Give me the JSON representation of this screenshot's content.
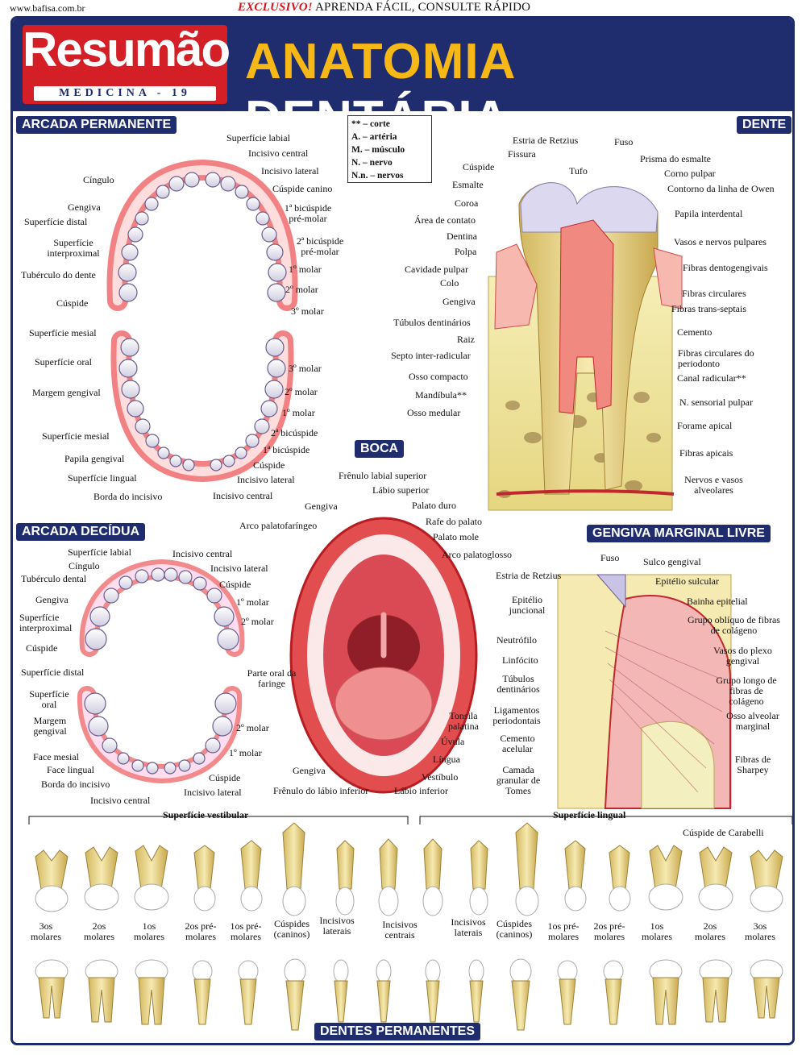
{
  "top": {
    "site": "www.bafisa.com.br",
    "exclusive": "EXCLUSIVO!",
    "slogan": "APRENDA FÁCIL, CONSULTE RÁPIDO"
  },
  "logo": {
    "main": "Resumão",
    "sub": "MEDICINA - 19"
  },
  "title": {
    "part1": "ANATOMIA",
    "part2": "DENTÁRIA"
  },
  "sections": {
    "permanent": "ARCADA PERMANENTE",
    "tooth": "DENTE",
    "mouth": "BOCA",
    "deciduous": "ARCADA DECÍDUA",
    "gingiva": "GENGIVA MARGINAL LIVRE",
    "permanent_teeth": "DENTES PERMANENTES"
  },
  "legend": [
    "** – corte",
    "A. – artéria",
    "M. – músculo",
    "N. – nervo",
    "N.n. – nervos"
  ],
  "permanent_labels": [
    "Superfície labial",
    "Incisivo central",
    "Incisivo lateral",
    "Cúspide canino",
    "1ª bicúspide pré-molar",
    "2ª bicúspide pré-molar",
    "1º molar",
    "2º molar",
    "3º molar",
    "Cíngulo",
    "Gengiva",
    "Superfície distal",
    "Superfície interproximal",
    "Tubérculo do dente",
    "Cúspide",
    "Superfície mesial",
    "Superfície oral",
    "Margem gengival",
    "Superfície mesial",
    "Papila gengival",
    "Superfície lingual",
    "Borda do incisivo",
    "Incisivo central",
    "Incisivo lateral",
    "Cúspide",
    "1ª bicúspide",
    "2ª bicúspide",
    "1º molar",
    "2º molar",
    "3º molar"
  ],
  "tooth_labels": [
    "Estria de Retzius",
    "Fissura",
    "Cúspide",
    "Esmalte",
    "Coroa",
    "Área de contato",
    "Dentina",
    "Polpa",
    "Cavidade pulpar",
    "Colo",
    "Gengiva",
    "Túbulos dentinários",
    "Raiz",
    "Septo inter-radicular",
    "Osso compacto",
    "Mandíbula**",
    "Osso medular",
    "Fuso",
    "Tufo",
    "Prisma do esmalte",
    "Corno pulpar",
    "Contorno da linha de Owen",
    "Papila interdental",
    "Vasos e nervos pulpares",
    "Fibras dentogengivais",
    "Fibras circulares",
    "Fibras trans-septais",
    "Cemento",
    "Fibras circulares do periodonto",
    "Canal radicular**",
    "N. sensorial pulpar",
    "Forame apical",
    "Fibras apicais",
    "Nervos e vasos alveolares"
  ],
  "mouth_labels": [
    "Frênulo labial superior",
    "Lábio superior",
    "Palato duro",
    "Rafe do palato",
    "Palato mole",
    "Arco palatoglosso",
    "Gengiva",
    "Arco palatofaríngeo",
    "Parte oral da faringe",
    "Tonsila palatina",
    "Úvula",
    "Língua",
    "Vestíbulo",
    "Lábio inferior",
    "Frênulo do lábio inferior",
    "Gengiva"
  ],
  "deciduous_labels": [
    "Superfície labial",
    "Cíngulo",
    "Tubérculo dental",
    "Gengiva",
    "Superfície interproximal",
    "Cúspide",
    "Superfície distal",
    "Superfície oral",
    "Margem gengival",
    "Face mesial",
    "Face lingual",
    "Borda do incisivo",
    "Incisivo central",
    "Incisivo central",
    "Incisivo lateral",
    "Cúspide",
    "1º molar",
    "2º molar",
    "2º molar",
    "1º molar",
    "Cúspide",
    "Incisivo lateral"
  ],
  "gingiva_labels": [
    "Fuso",
    "Sulco gengival",
    "Estria de Retzius",
    "Epitélio sulcular",
    "Epitélio juncional",
    "Bainha epitelial",
    "Grupo oblíquo de fibras de colágeno",
    "Neutrófilo",
    "Vasos do plexo gengival",
    "Linfócito",
    "Túbulos dentinários",
    "Grupo longo de fibras de colágeno",
    "Ligamentos periodontais",
    "Osso alveolar marginal",
    "Cemento acelular",
    "Fibras de Sharpey",
    "Camada granular de Tomes"
  ],
  "teeth_row": {
    "vestibular": "Superfície vestibular",
    "lingual": "Superfície lingual",
    "carabelli": "Cúspide de Carabelli",
    "labels": [
      "3os molares",
      "2os molares",
      "1os molares",
      "2os pré-molares",
      "1os pré-molares",
      "Cúspides (caninos)",
      "Incisivos laterais",
      "Incisivos centrais",
      "Incisivos laterais",
      "Cúspides (caninos)",
      "1os pré-molares",
      "2os pré-molares",
      "1os molares",
      "2os molares",
      "3os molares"
    ]
  },
  "colors": {
    "navy": "#1f2c6e",
    "red": "#d41f26",
    "gold": "#f5b816",
    "gum": "#e8464a"
  }
}
